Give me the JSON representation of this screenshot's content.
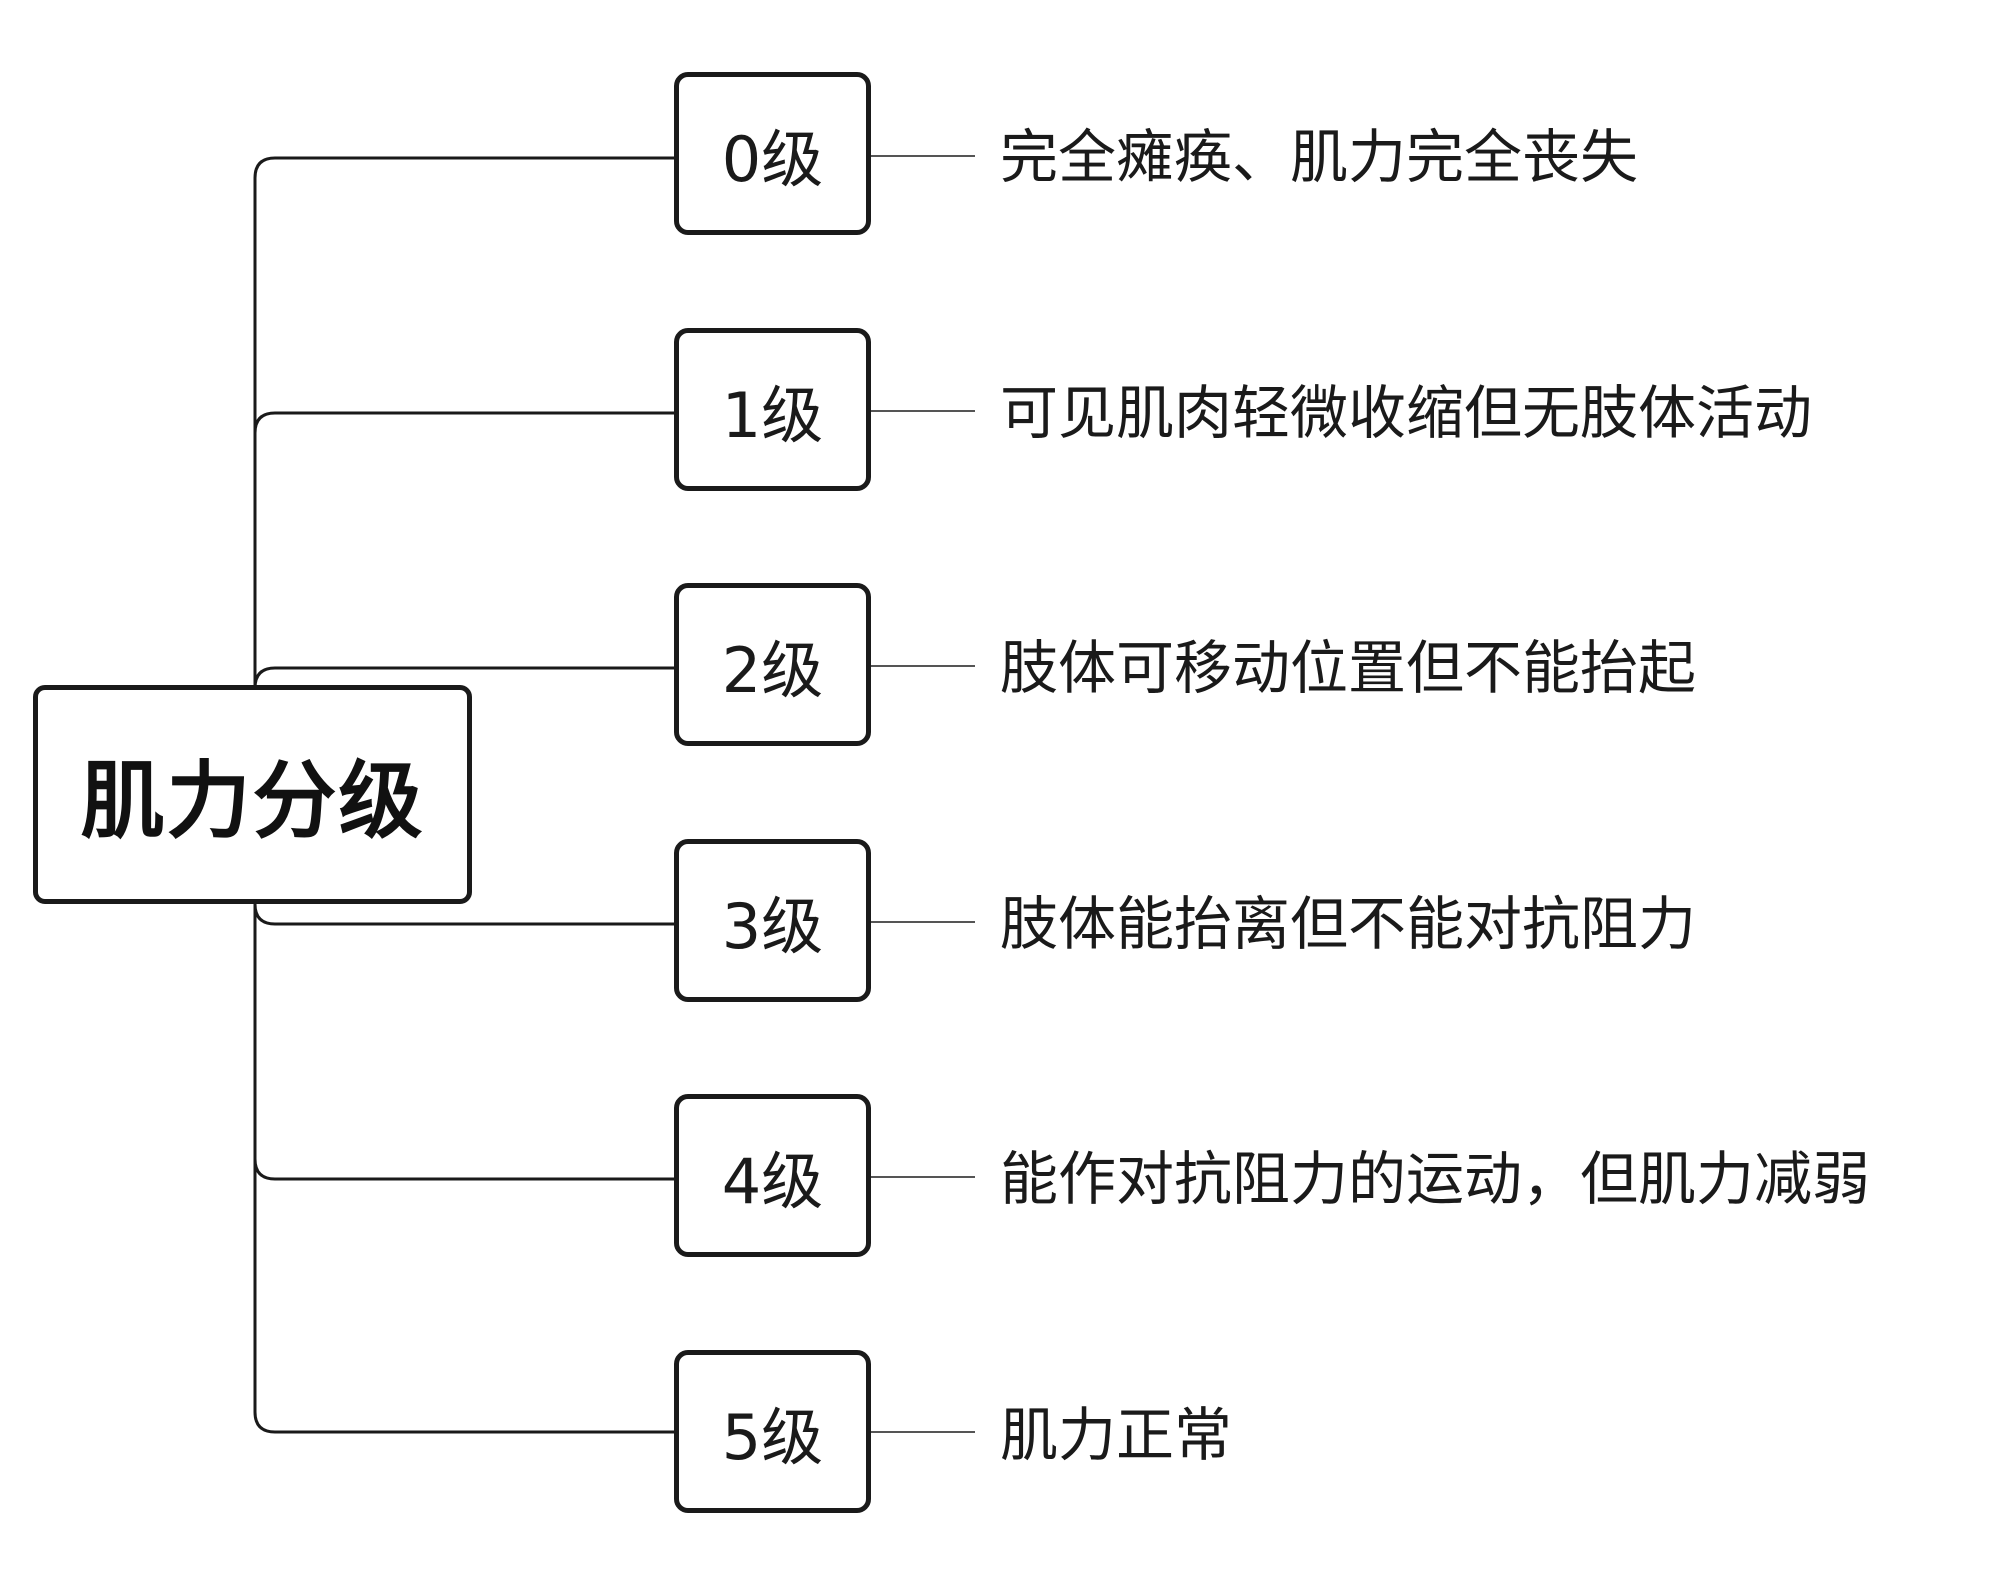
{
  "title": "肌力分级",
  "levels": [
    {
      "label": "0级",
      "description": "完全瘫痪、肌力完全丧失"
    },
    {
      "label": "1级",
      "description": "可见肌肉轻微收缩但无肢体活动"
    },
    {
      "label": "2级",
      "description": "肢体可移动位置但不能抬起"
    },
    {
      "label": "3级",
      "description": "肢体能抬离但不能对抗阻力"
    },
    {
      "label": "4级",
      "description": "能作对抗阻力的运动，但肌力减弱"
    },
    {
      "label": "5级",
      "description": "肌力正常"
    }
  ]
}
